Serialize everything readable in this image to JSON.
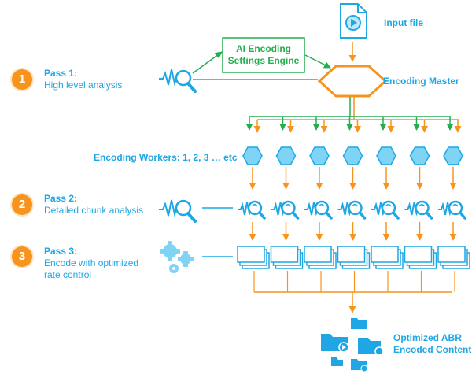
{
  "input_file": {
    "label": "Input file"
  },
  "engine": {
    "line1": "AI Encoding",
    "line2": "Settings Engine"
  },
  "master": {
    "label": "Encoding Master"
  },
  "workers": {
    "label": "Encoding Workers: 1, 2, 3 … etc",
    "count": 7
  },
  "passes": [
    {
      "number": "1",
      "title": "Pass 1:",
      "desc": [
        "High level analysis"
      ]
    },
    {
      "number": "2",
      "title": "Pass 2:",
      "desc": [
        "Detailed chunk analysis"
      ]
    },
    {
      "number": "3",
      "title": "Pass 3:",
      "desc": [
        "Encode with optimized",
        "rate control"
      ]
    }
  ],
  "output": {
    "line1": "Optimized ABR",
    "line2": "Encoded Content"
  },
  "colors": {
    "blue": "#1ea7e4",
    "light_blue": "#7fd3f5",
    "orange": "#f7941d",
    "green": "#23ad4e"
  }
}
